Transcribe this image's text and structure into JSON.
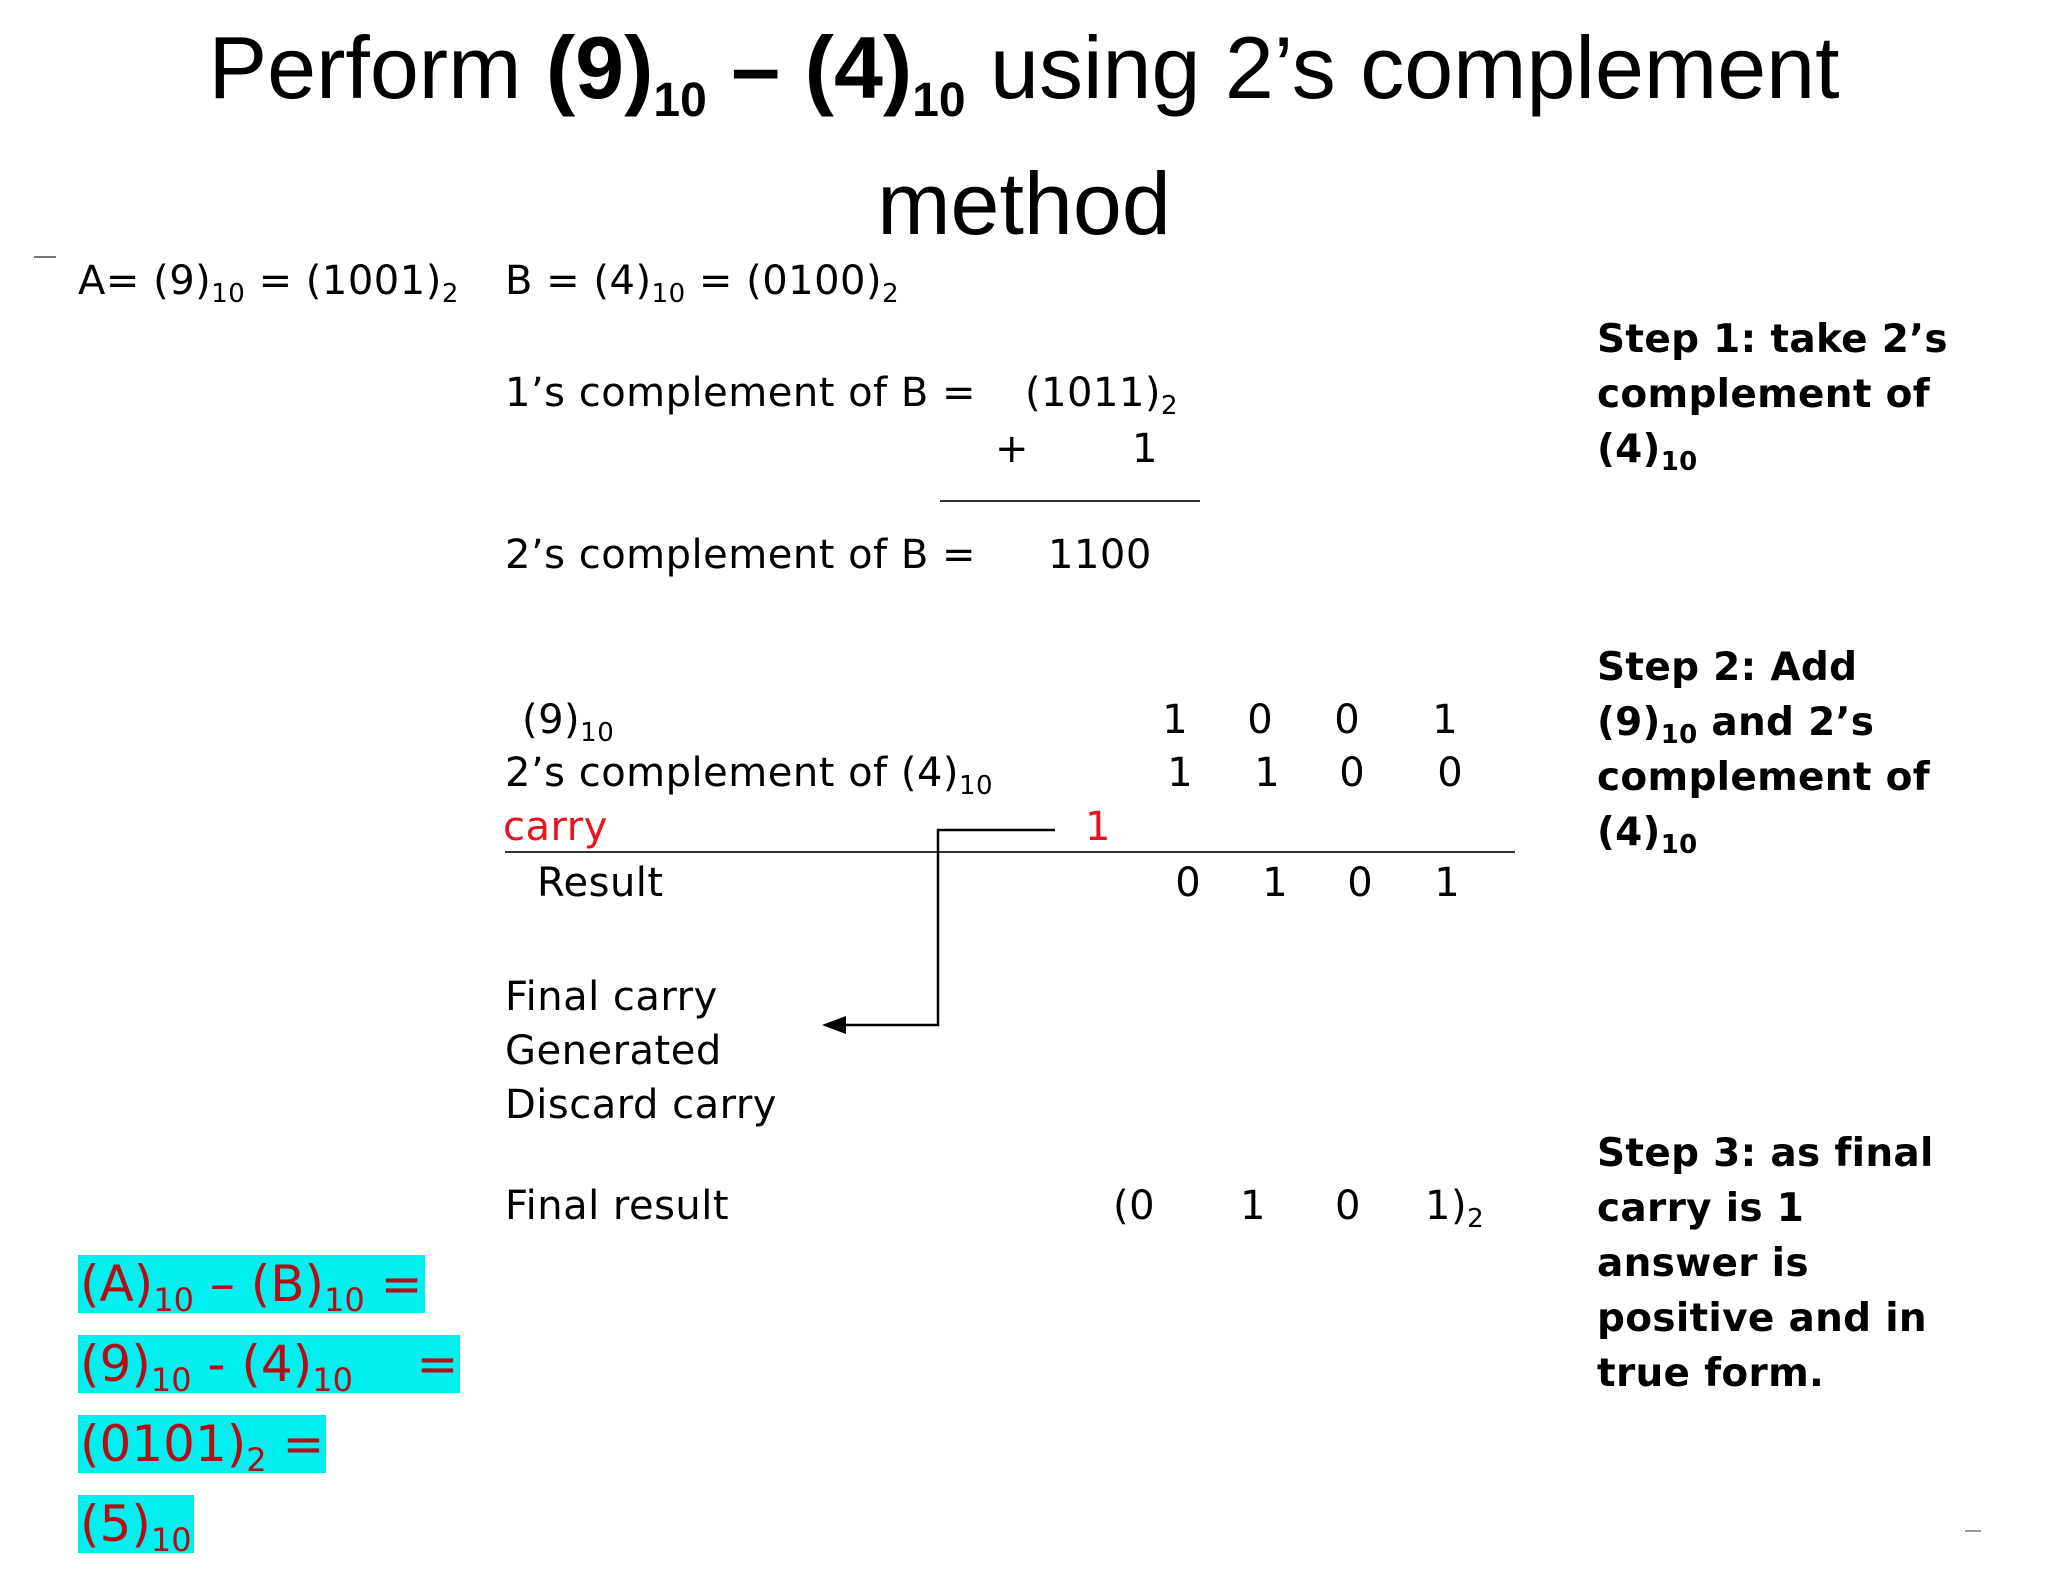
{
  "title": {
    "perform": "Perform ",
    "nine": "(9)",
    "sub1": "10",
    "minus": " – (4)",
    "sub2": "10",
    "rest_line1": " using 2’s complement",
    "line2": "method"
  },
  "given": {
    "a_lhs": "A= (9)",
    "a_sub10": "10",
    "a_mid": " = (1001)",
    "a_sub2": "2",
    "b_lhs": "B = (4)",
    "b_sub10": "10",
    "b_mid": " = (0100)",
    "b_sub2": "2"
  },
  "step1_calc": {
    "ones_label": "1’s complement of B =",
    "ones_value": "(1011)",
    "ones_sub": "2",
    "plus": "+",
    "one": "1",
    "twos_label": "2’s complement of B =",
    "twos_value": "1100"
  },
  "addition": {
    "row1_label": "(9)",
    "row1_sub": "10",
    "row1_digits": [
      "1",
      "0",
      "0",
      "1"
    ],
    "row2_label": "2’s complement of (4)",
    "row2_sub": "10",
    "row2_digits": [
      "1",
      "1",
      "0",
      "0"
    ],
    "carry_label": "carry",
    "carry_value": "1",
    "result_label": "Result",
    "result_digits": [
      "0",
      "1",
      "0",
      "1"
    ]
  },
  "carry_note": {
    "line1": "Final carry",
    "line2": "Generated",
    "line3": "Discard carry"
  },
  "final": {
    "label": "Final result",
    "open": "(0",
    "d1": "1",
    "d2": "0",
    "last": "1)",
    "sub": "2"
  },
  "steps": {
    "step1_l1": "Step 1: take 2’s",
    "step1_l2": "complement of",
    "step1_l3": "(4)",
    "step1_sub": "10",
    "step2_l1": "Step 2: Add",
    "step2_l2a": "(9)",
    "step2_l2sub": "10",
    "step2_l2b": " and 2’s",
    "step2_l3": "complement of",
    "step2_l4": "(4)",
    "step2_sub": "10",
    "step3_l1": "Step 3: as final",
    "step3_l2": "carry is 1",
    "step3_l3": "answer is",
    "step3_l4": "positive and in",
    "step3_l5": "true form."
  },
  "answer": {
    "l1a": "(A)",
    "l1s1": "10",
    "l1b": " – (B)",
    "l1s2": "10",
    "l1c": " =",
    "l2a": "(9)",
    "l2s1": "10",
    "l2b": " - (4)",
    "l2s2": "10",
    "l2c": "    =",
    "l3a": "(0101)",
    "l3s": "2",
    "l3b": " =",
    "l4a": "(5)",
    "l4s": "10"
  },
  "colors": {
    "carry_red": "#e8141b",
    "highlight_cyan": "#00f0f0",
    "answer_text": "#b40e14"
  }
}
